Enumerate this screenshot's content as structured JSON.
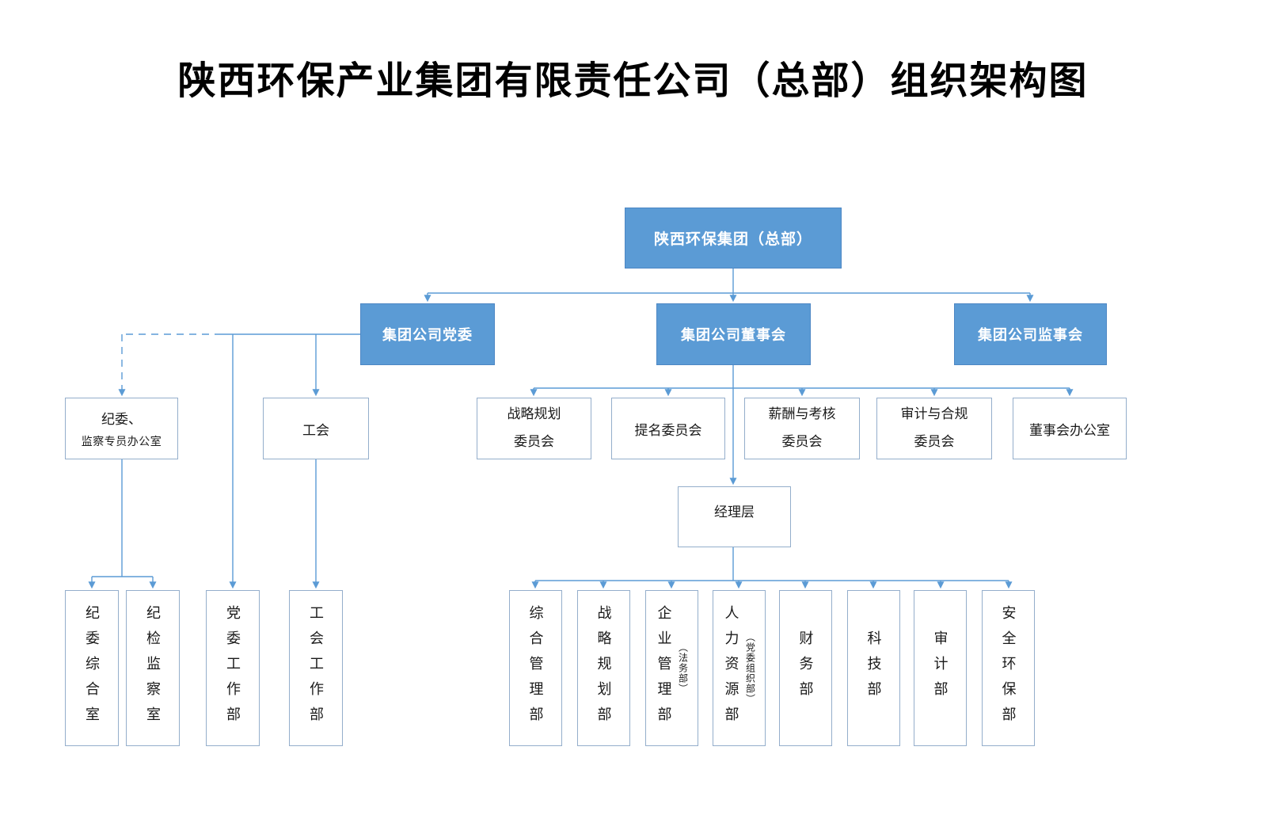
{
  "title": "陕西环保产业集团有限责任公司（总部）组织架构图",
  "colors": {
    "node_fill": "#5B9BD5",
    "node_text": "#FFFFFF",
    "connector": "#5B9BD5",
    "white_box_border": "#94AECB"
  },
  "org": {
    "root": {
      "label": "陕西环保集团（总部）"
    },
    "level2": {
      "party": {
        "label": "集团公司党委"
      },
      "board": {
        "label": "集团公司董事会"
      },
      "supervisory": {
        "label": "集团公司监事会"
      }
    },
    "party_branch": {
      "discipline_office": {
        "line1": "纪委、",
        "line2": "监察专员办公室"
      },
      "union": {
        "label": "工会"
      }
    },
    "committees": [
      {
        "lines": [
          "战略规划",
          "委员会"
        ]
      },
      {
        "lines": [
          "提名委员会"
        ]
      },
      {
        "lines": [
          "薪酬与考核",
          "委员会"
        ]
      },
      {
        "lines": [
          "审计与合规",
          "委员会"
        ]
      },
      {
        "lines": [
          "董事会办公室"
        ]
      }
    ],
    "management": {
      "label": "经理层"
    },
    "party_departments": [
      {
        "label": "纪委综合室"
      },
      {
        "label": "纪检监察室"
      },
      {
        "label": "党委工作部"
      },
      {
        "label": "工会工作部"
      }
    ],
    "departments": [
      {
        "label": "综合管理部"
      },
      {
        "label": "战略规划部"
      },
      {
        "label": "企业管理部",
        "sub": "（法务部）"
      },
      {
        "label": "人力资源部",
        "sub": "（党委组织部）"
      },
      {
        "label": "财务部"
      },
      {
        "label": "科技部"
      },
      {
        "label": "审计部"
      },
      {
        "label": "安全环保部"
      }
    ]
  }
}
